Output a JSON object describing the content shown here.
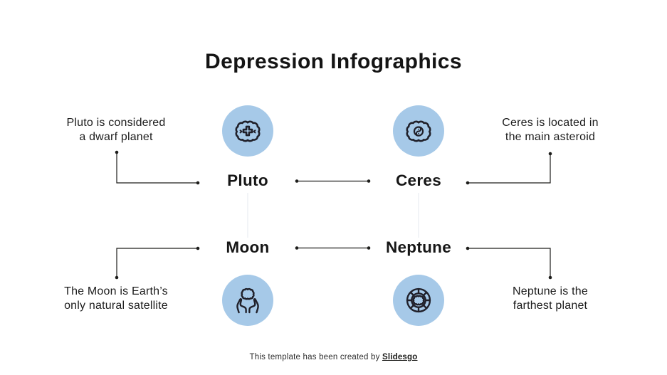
{
  "slide": {
    "title": "Depression Infographics",
    "footer": {
      "prefix": "This template has been created by ",
      "brand": "Slidesgo"
    },
    "colors": {
      "icon_circle": "#a6c9e8",
      "icon_stroke": "#20202a",
      "ink": "#1d1d1b",
      "connector": "#1d1d1b",
      "faint_connector": "#eef1f4",
      "background": "#ffffff"
    }
  },
  "items": [
    {
      "id": "pluto",
      "label": "Pluto",
      "icon": "brain-health-cross-icon",
      "description_lines": [
        "Pluto is considered",
        "a dwarf planet"
      ]
    },
    {
      "id": "ceres",
      "label": "Ceres",
      "icon": "brain-yin-yang-icon",
      "description_lines": [
        "Ceres is located in",
        "the main asteroid"
      ]
    },
    {
      "id": "moon",
      "label": "Moon",
      "icon": "hands-holding-brain-icon",
      "description_lines": [
        "The Moon is Earth’s",
        "only natural satellite"
      ]
    },
    {
      "id": "neptune",
      "label": "Neptune",
      "icon": "brain-maze-wheel-icon",
      "description_lines": [
        "Neptune is the",
        "farthest planet"
      ]
    }
  ]
}
